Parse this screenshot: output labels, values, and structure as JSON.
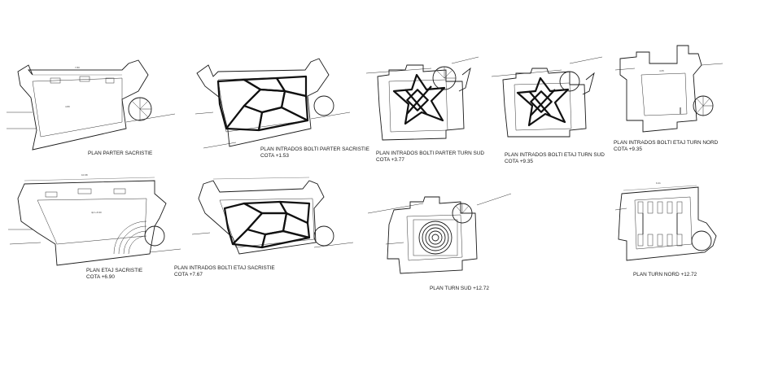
{
  "plans": [
    {
      "id": "p1",
      "lines": [
        "PLAN PARTER SACRISTIE"
      ]
    },
    {
      "id": "p2",
      "lines": [
        "PLAN INTRADOS BOLTI PARTER SACRISTIE",
        "COTA +1.53"
      ]
    },
    {
      "id": "p3",
      "lines": [
        "PLAN INTRADOS BOLTI PARTER TURN SUD",
        "COTA +3.77"
      ]
    },
    {
      "id": "p4",
      "lines": [
        "PLAN INTRADOS BOLTI ETAJ TURN SUD",
        "COTA +9.35"
      ]
    },
    {
      "id": "p5",
      "lines": [
        "PLAN INTRADOS BOLTI ETAJ TURN NORD",
        "COTA +9.35"
      ]
    },
    {
      "id": "p6",
      "lines": [
        "PLAN ETAJ SACRISTIE",
        "COTA +6.90"
      ]
    },
    {
      "id": "p7",
      "lines": [
        "PLAN INTRADOS BOLTI ETAJ SACRISTIE",
        "COTA +7.67"
      ]
    },
    {
      "id": "p8",
      "lines": [
        "PLAN TURN SUD +12.72"
      ]
    },
    {
      "id": "p9",
      "lines": [
        "PLAN TURN NORD +12.72"
      ]
    }
  ]
}
